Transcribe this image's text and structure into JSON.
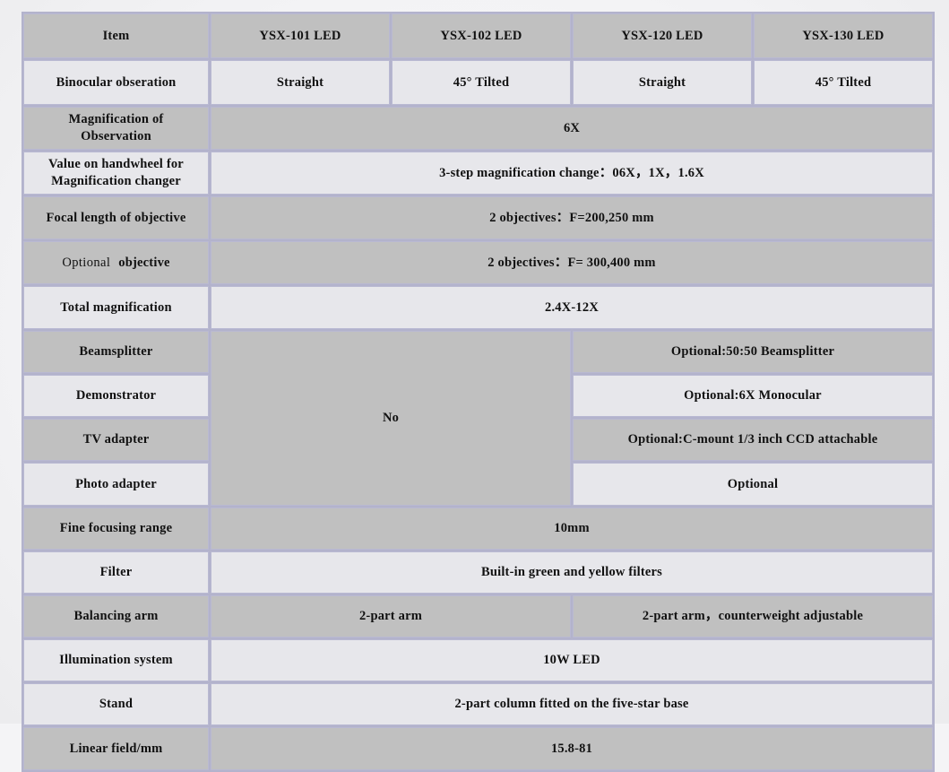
{
  "table": {
    "columns": [
      {
        "key": "item",
        "label": "Item"
      },
      {
        "key": "ysx101",
        "label": "YSX-101 LED"
      },
      {
        "key": "ysx102",
        "label": "YSX-102 LED"
      },
      {
        "key": "ysx120",
        "label": "YSX-120 LED"
      },
      {
        "key": "ysx130",
        "label": "YSX-130 LED"
      }
    ],
    "rows": {
      "binocular": {
        "label": "Binocular obseration",
        "ysx101": "Straight",
        "ysx102": "45°  Tilted",
        "ysx120": "Straight",
        "ysx130": "45°  Tilted"
      },
      "magnification": {
        "label_line1": "Magnification of",
        "label_line2": "Observation",
        "value": "6X"
      },
      "handwheel": {
        "label_line1": "Value on handwheel for",
        "label_line2": "Magnification changer",
        "value": "3-step magnification change：06X，1X，1.6X"
      },
      "focal_length": {
        "label": "Focal length of objective",
        "value": "2 objectives：F=200,250 mm"
      },
      "optional_objective": {
        "label_part1": "Optional",
        "label_part2": "objective",
        "value": "2 objectives：F= 300,400 mm"
      },
      "total_magnification": {
        "label": "Total magnification",
        "value": "2.4X-12X"
      },
      "beamsplitter": {
        "label": "Beamsplitter",
        "right": "Optional:50:50 Beamsplitter"
      },
      "demonstrator": {
        "label": "Demonstrator",
        "right": "Optional:6X Monocular"
      },
      "tv_adapter": {
        "label": "TV adapter",
        "right": "Optional:C-mount 1/3 inch CCD attachable"
      },
      "photo_adapter": {
        "label": "Photo adapter",
        "right": "Optional"
      },
      "merged_no": {
        "value": "No"
      },
      "fine_focusing": {
        "label": "Fine focusing range",
        "value": "10mm"
      },
      "filter": {
        "label": "Filter",
        "value": "Built-in green and yellow filters"
      },
      "balancing_arm": {
        "label": "Balancing arm",
        "left": "2-part arm",
        "right": "2-part arm，counterweight adjustable"
      },
      "illumination": {
        "label": "Illumination system",
        "value": "10W LED"
      },
      "stand": {
        "label": "Stand",
        "value": "2-part column fitted on the five-star base"
      },
      "linear_field": {
        "label": "Linear field/mm",
        "value": "15.8-81"
      }
    }
  },
  "colors": {
    "page_background": "#f4f4f6",
    "grid_border": "#b9b9d2",
    "cell_dark": "#c0c0c0",
    "cell_light": "#e7e7eb",
    "text": "#111111"
  }
}
